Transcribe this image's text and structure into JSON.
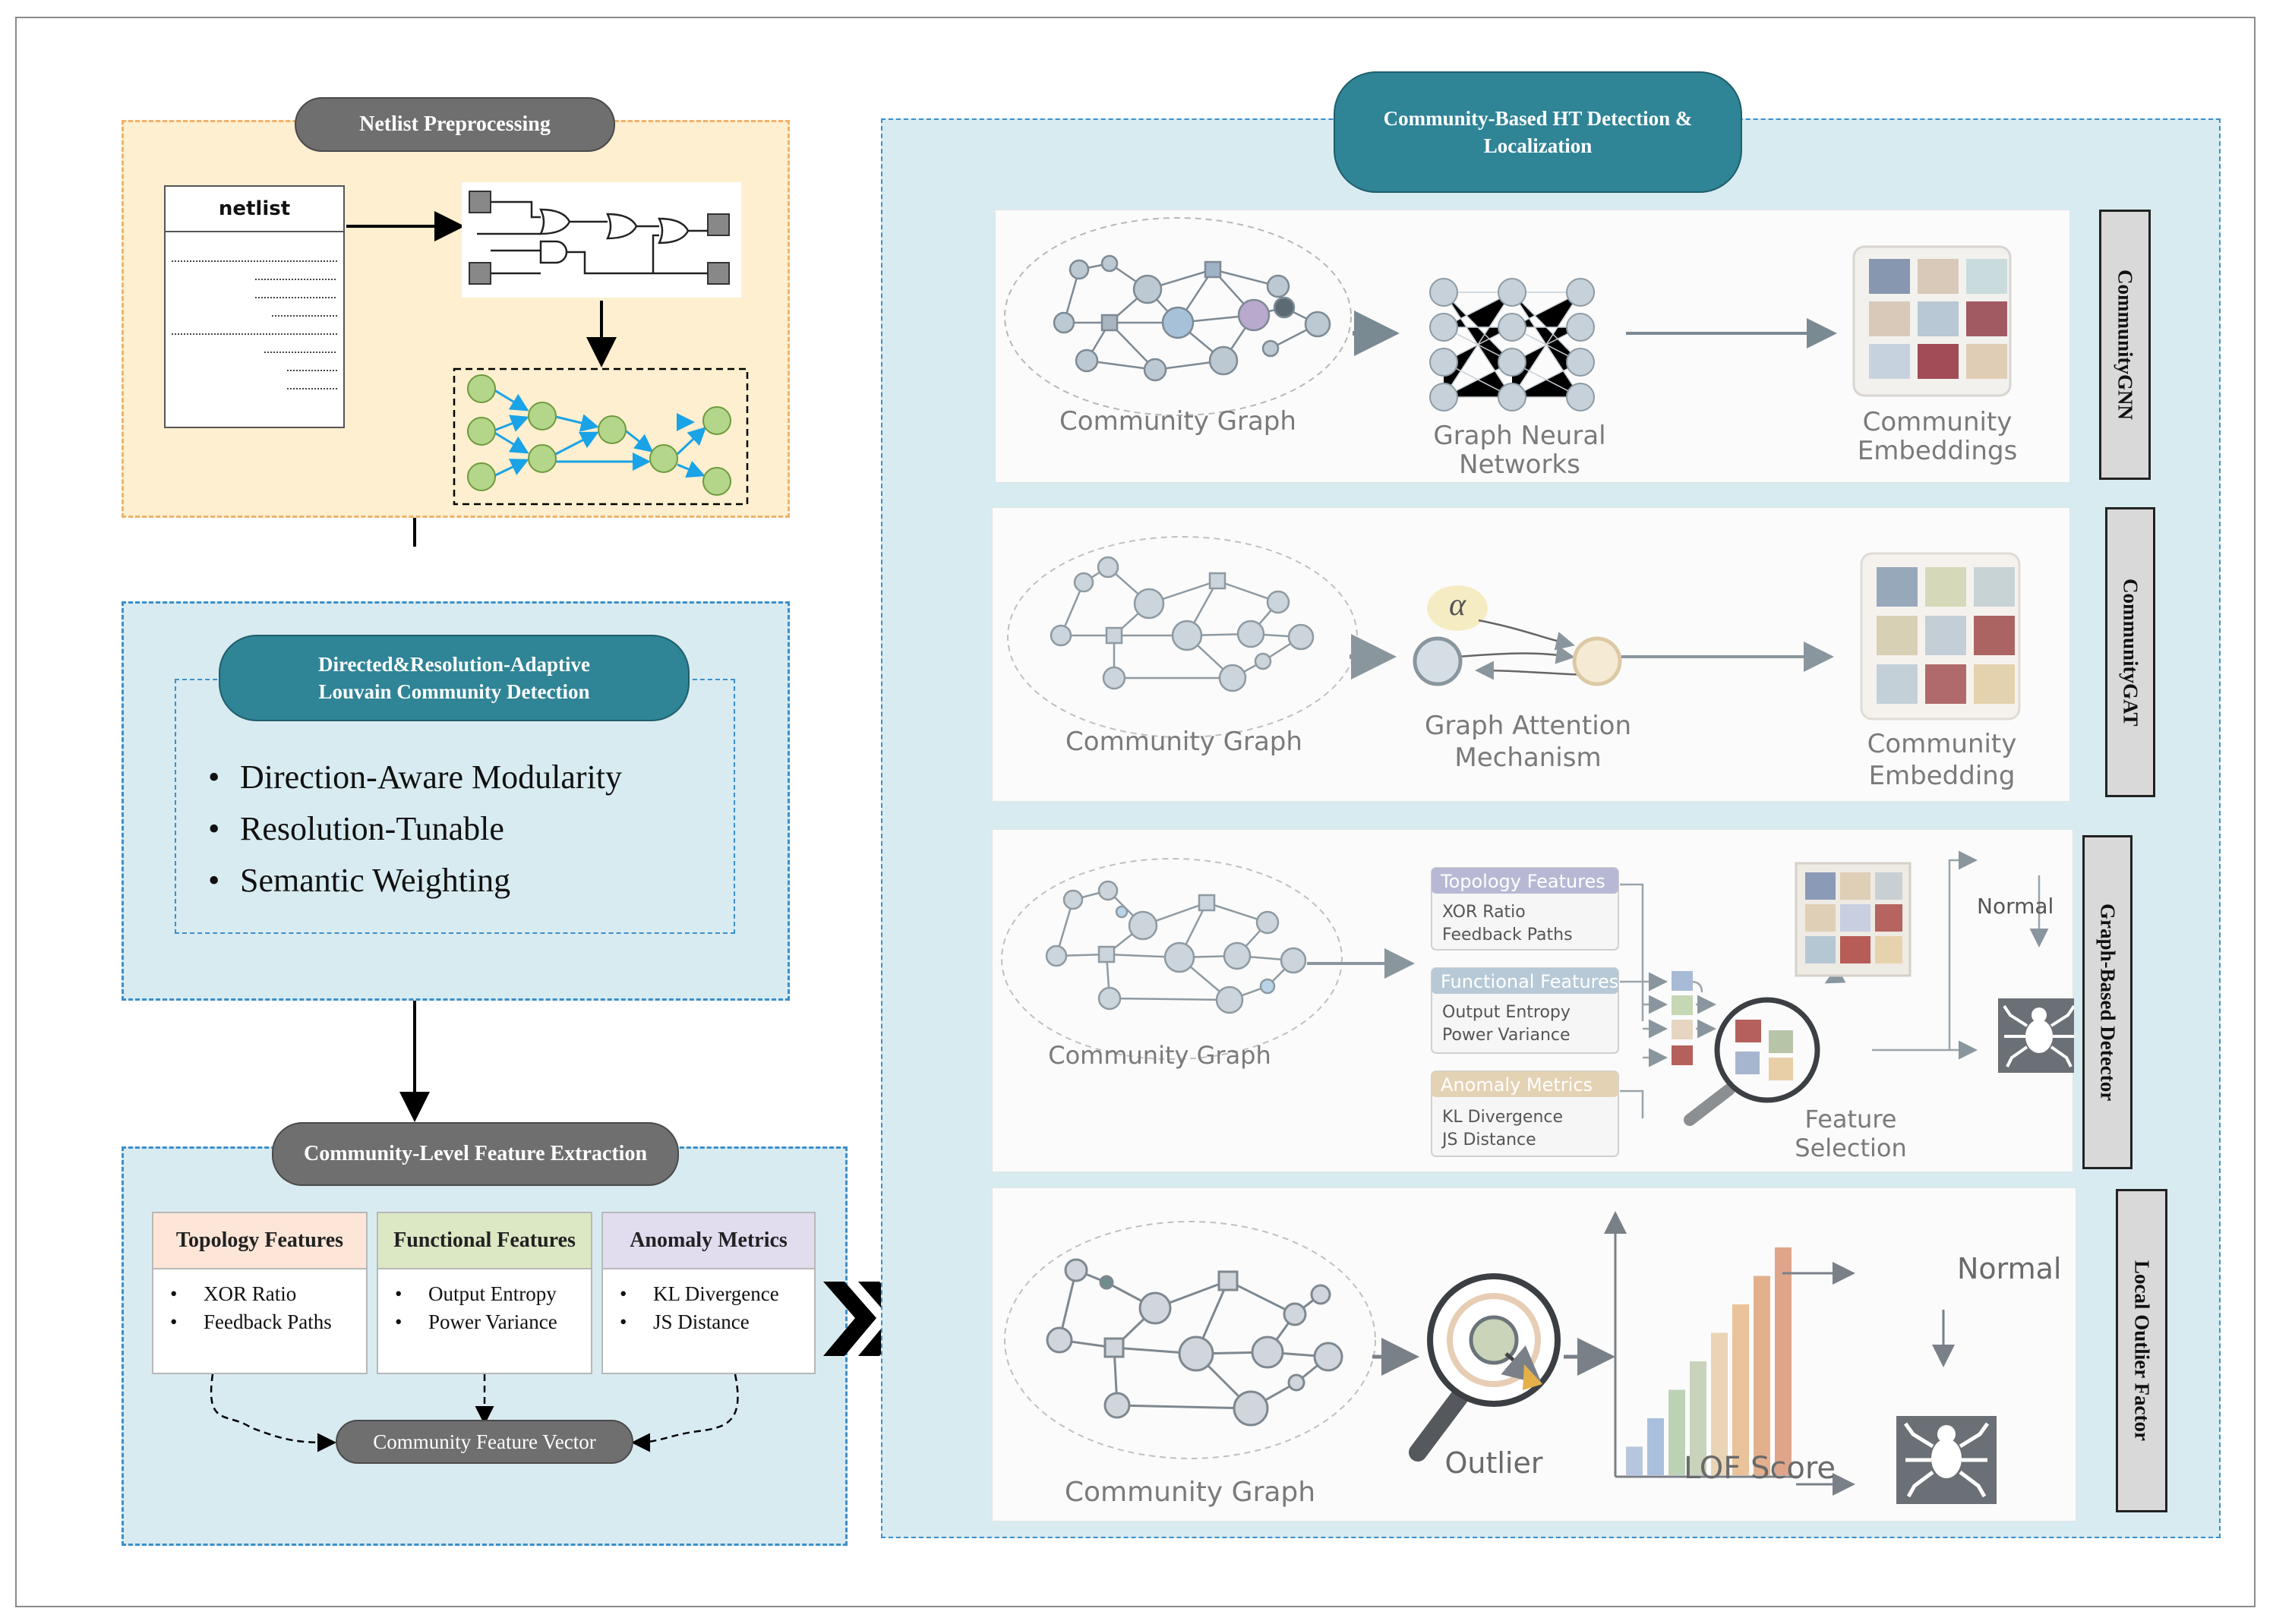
{
  "left": {
    "preprocessing": {
      "title": "Netlist Preprocessing",
      "netlist_label": "netlist"
    },
    "louvain": {
      "title_line1": "Directed&Resolution-Adaptive",
      "title_line2": "Louvain Community Detection",
      "bullets": [
        "Direction-Aware Modularity",
        "Resolution-Tunable",
        "Semantic Weighting"
      ]
    },
    "features": {
      "title": "Community-Level Feature Extraction",
      "topology": {
        "title": "Topology Features",
        "items": [
          "XOR Ratio",
          "Feedback Paths"
        ],
        "color": "#fde6d8"
      },
      "functional": {
        "title": "Functional Features",
        "items": [
          "Output Entropy",
          "Power Variance"
        ],
        "color": "#dce8c4"
      },
      "anomaly": {
        "title": "Anomaly Metrics",
        "items": [
          "KL Divergence",
          "JS Distance"
        ],
        "color": "#e2dcef"
      },
      "vector": "Community Feature Vector"
    }
  },
  "right": {
    "title_line1": "Community-Based HT Detection &",
    "title_line2": "Localization",
    "gnn": {
      "label": "CommunityGNN",
      "graph": "Community Graph",
      "net_line1": "Graph Neural",
      "net_line2": "Networks",
      "emb_line1": "Community",
      "emb_line2": "Embeddings"
    },
    "gat": {
      "label": "CommunityGAT",
      "graph": "Community Graph",
      "alpha": "α",
      "mech_line1": "Graph Attention",
      "mech_line2": "Mechanism",
      "emb_line1": "Community",
      "emb_line2": "Embedding"
    },
    "detector": {
      "label": "Graph-Based Detector",
      "graph": "Community Graph",
      "topology": {
        "title": "Topology Features",
        "items": [
          "XOR Ratio",
          "Feedback Paths"
        ]
      },
      "functional": {
        "title": "Functional Features",
        "items": [
          "Output Entropy",
          "Power Variance"
        ]
      },
      "anomaly": {
        "title": "Anomaly Metrics",
        "items": [
          "KL Divergence",
          "JS Distance"
        ]
      },
      "sel_line1": "Feature",
      "sel_line2": "Selection",
      "normal": "Normal"
    },
    "lof": {
      "label": "Local Outlier Factor",
      "graph": "Community Graph",
      "outlier": "Outlier",
      "score": "LOF Score",
      "normal": "Normal",
      "bars": [
        1,
        2,
        3,
        4,
        5,
        6,
        7,
        8
      ]
    }
  }
}
